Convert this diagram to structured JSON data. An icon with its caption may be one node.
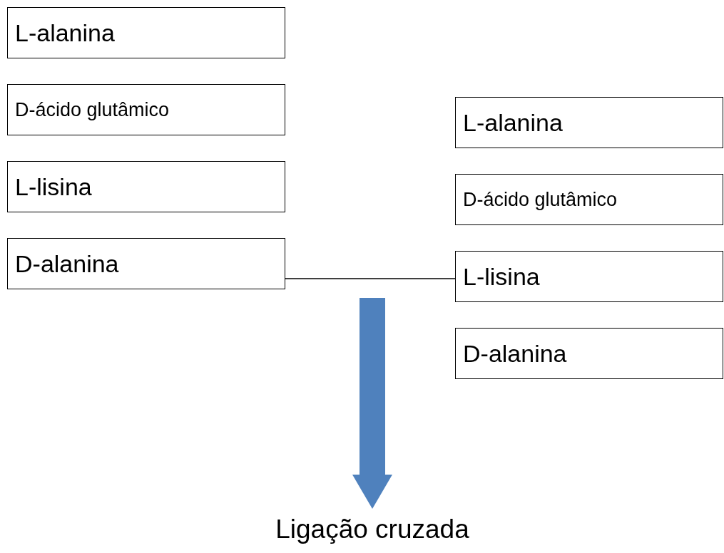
{
  "diagram": {
    "nodes": [
      {
        "text": [
          "L-alanina"
        ]
      },
      {
        "text": [
          "D-ácido glutâmico"
        ]
      },
      {
        "text": [
          "L-lisina"
        ]
      },
      {
        "text": [
          "D-alanina"
        ]
      },
      {
        "text": [
          "L-alanina"
        ]
      },
      {
        "text": [
          "D-ácido glutâmico"
        ]
      },
      {
        "text": [
          "L-lisina"
        ]
      },
      {
        "text": [
          "D-alanina"
        ]
      },
      {
        "text": [
          "Ligação cruzada"
        ]
      }
    ],
    "edges": [
      {
        "from": 3,
        "to": 6,
        "arrow": "none"
      },
      {
        "from": null,
        "to": 8,
        "arrow": "to",
        "style": "thick",
        "color": "#4f81bd"
      }
    ]
  }
}
